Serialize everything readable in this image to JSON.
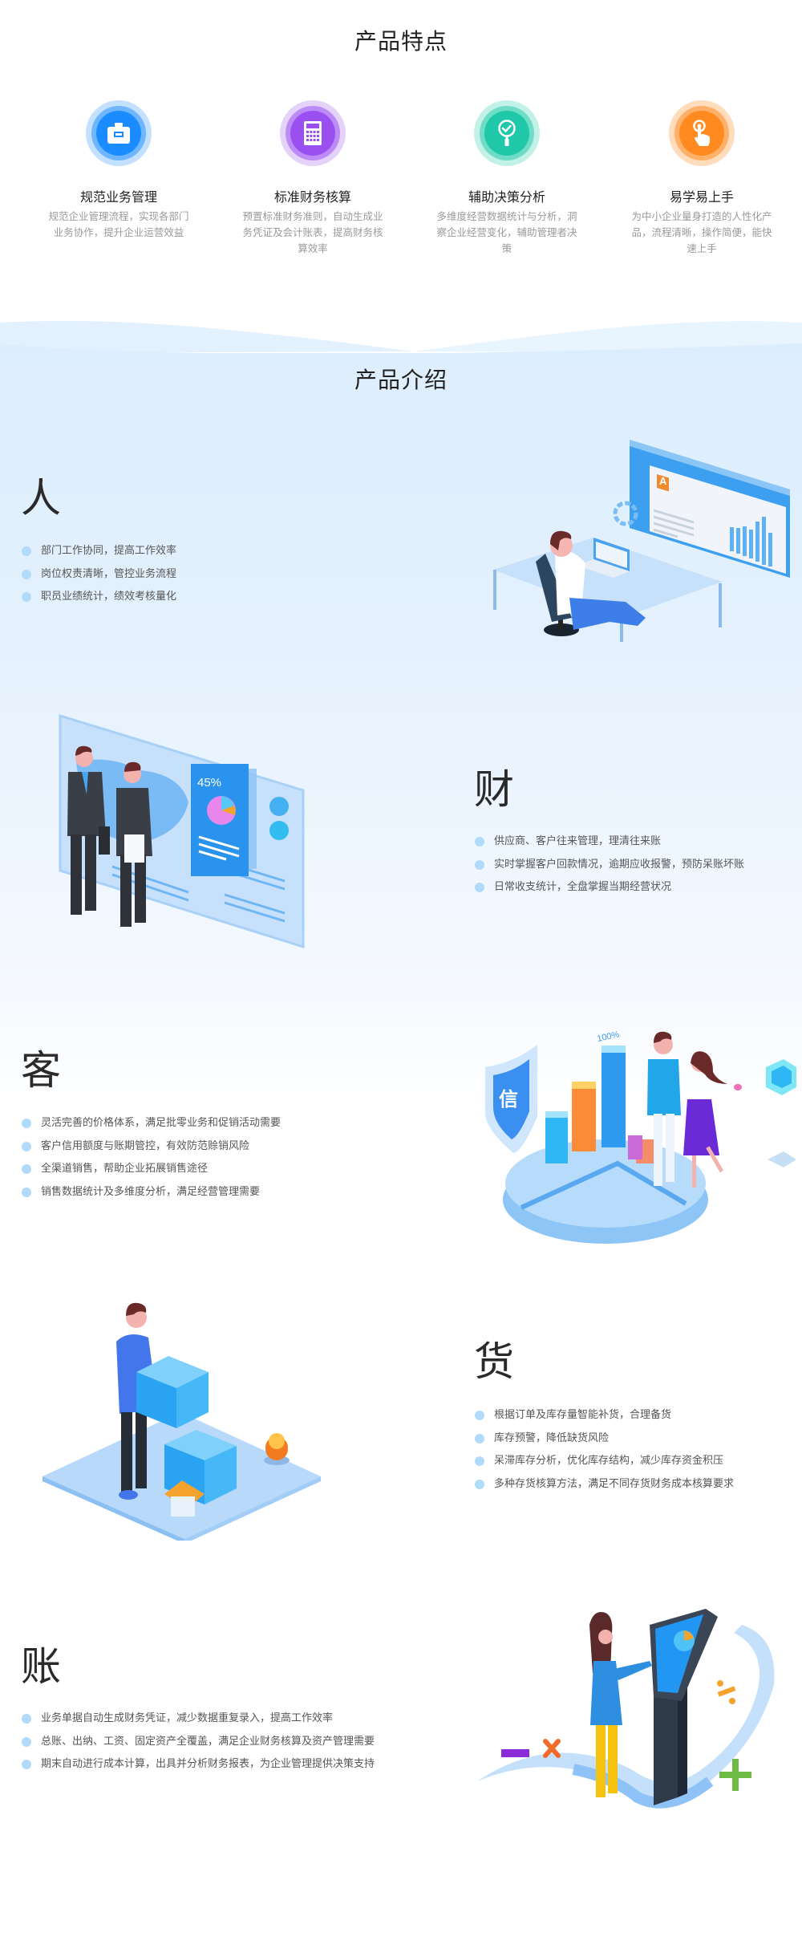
{
  "features": {
    "title": "产品特点",
    "items": [
      {
        "icon": "briefcase-icon",
        "title": "规范业务管理",
        "desc": "规范企业管理流程，实现各部门业务协作，提升企业运营效益",
        "color": "#1a8cff",
        "ring": "#6fb6ff",
        "halo": "#c3e0ff"
      },
      {
        "icon": "calculator-icon",
        "title": "标准财务核算",
        "desc": "预置标准财务准则，自动生成业务凭证及会计账表，提高财务核算效率",
        "color": "#9a4ff0",
        "ring": "#bd8bf6",
        "halo": "#e5d2fb"
      },
      {
        "icon": "magnifier-check-icon",
        "title": "辅助决策分析",
        "desc": "多维度经营数据统计与分析，洞察企业经营变化，辅助管理者决策",
        "color": "#1ec8a8",
        "ring": "#6fdcc6",
        "halo": "#c3f1e7"
      },
      {
        "icon": "hand-tap-icon",
        "title": "易学易上手",
        "desc": "为中小企业量身打造的人性化产品，流程清晰，操作简便，能快速上手",
        "color": "#ff8a1f",
        "ring": "#ffb16a",
        "halo": "#ffdcbc"
      }
    ]
  },
  "intro": {
    "title": "产品介绍",
    "sections": [
      {
        "char": "人",
        "illustration": "person-relaxing-at-desk-illustration",
        "bullets": [
          "部门工作协同，提高工作效率",
          "岗位权责清晰，管控业务流程",
          "职员业绩统计，绩效考核量化"
        ]
      },
      {
        "char": "财",
        "illustration": "business-handshake-dashboard-illustration",
        "badge": "45%",
        "bullets": [
          "供应商、客户往来管理，理清往来账",
          "实时掌握客户回款情况，逾期应收报警，预防呆账坏账",
          "日常收支统计，全盘掌握当期经营状况"
        ]
      },
      {
        "char": "客",
        "illustration": "shopping-couple-chart-illustration",
        "badge": "100%",
        "shield_label": "信",
        "bullets": [
          "灵活完善的价格体系，满足批零业务和促销活动需要",
          "客户信用额度与账期管控，有效防范赊销风险",
          "全渠道销售，帮助企业拓展销售途径",
          "销售数据统计及多维度分析，满足经营管理需要"
        ]
      },
      {
        "char": "货",
        "illustration": "warehouse-worker-boxes-illustration",
        "bullets": [
          "根据订单及库存量智能补货，合理备货",
          "库存预警，降低缺货风险",
          "呆滞库存分析，优化库存结构，减少库存资金积压",
          "多种存货核算方法，满足不同存货财务成本核算要求"
        ]
      },
      {
        "char": "账",
        "illustration": "woman-at-kiosk-ledger-illustration",
        "bullets": [
          "业务单据自动生成财务凭证，减少数据重复录入，提高工作效率",
          "总账、出纳、工资、固定资产全覆盖，满足企业财务核算及资产管理需要",
          "期末自动进行成本计算，出具并分析财务报表，为企业管理提供决策支持"
        ]
      }
    ]
  },
  "colors": {
    "bullet": "#b1dbfa",
    "intro_bg": "#dcedfd"
  }
}
